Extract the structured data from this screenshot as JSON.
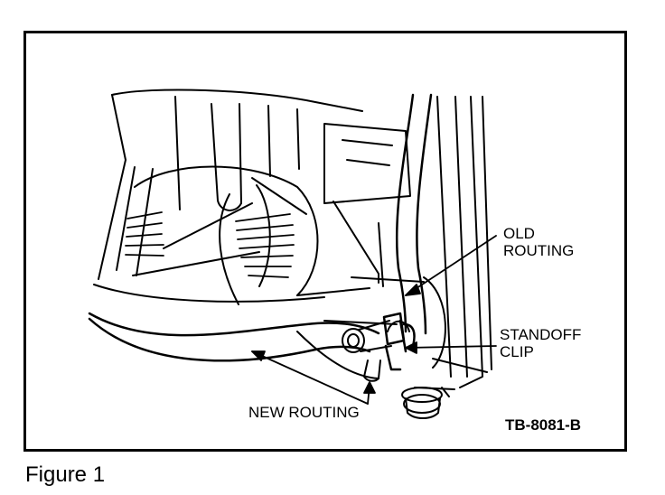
{
  "figure": {
    "caption": "Figure 1",
    "code": "TB-8081-B"
  },
  "callouts": {
    "old_routing": "OLD\nROUTING",
    "standoff_clip": "STANDOFF\nCLIP",
    "new_routing": "NEW ROUTING"
  }
}
